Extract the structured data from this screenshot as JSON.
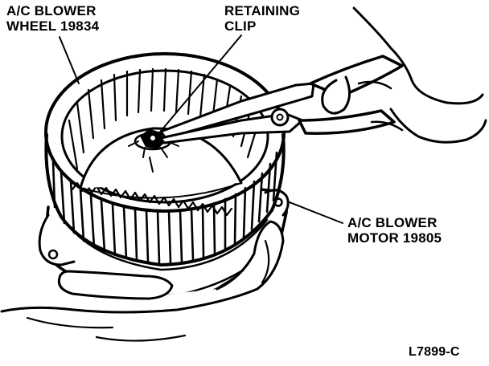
{
  "labels": {
    "wheel": [
      "A/C BLOWER",
      "WHEEL 19834"
    ],
    "clip": [
      "RETAINING",
      "CLIP"
    ],
    "motor": [
      "A/C BLOWER",
      "MOTOR 19805"
    ]
  },
  "figure_code": "L7899-C",
  "colors": {
    "ink": "#000000",
    "paper": "#ffffff"
  }
}
